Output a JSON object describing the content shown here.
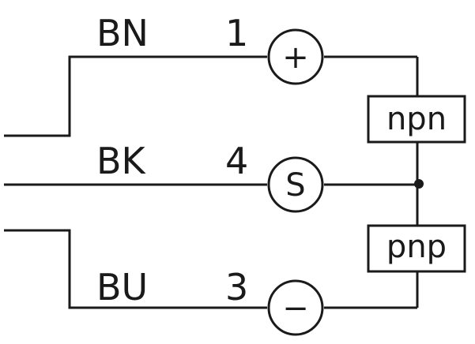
{
  "wires": [
    {
      "color_code": "BN",
      "pin": "1",
      "terminal_symbol": "+"
    },
    {
      "color_code": "BK",
      "pin": "4",
      "terminal_symbol": "S"
    },
    {
      "color_code": "BU",
      "pin": "3",
      "terminal_symbol": "−"
    }
  ],
  "outputs": {
    "top": "npn",
    "bottom": "pnp"
  },
  "colors": {
    "line": "#1a1a1a",
    "background": "#ffffff"
  }
}
